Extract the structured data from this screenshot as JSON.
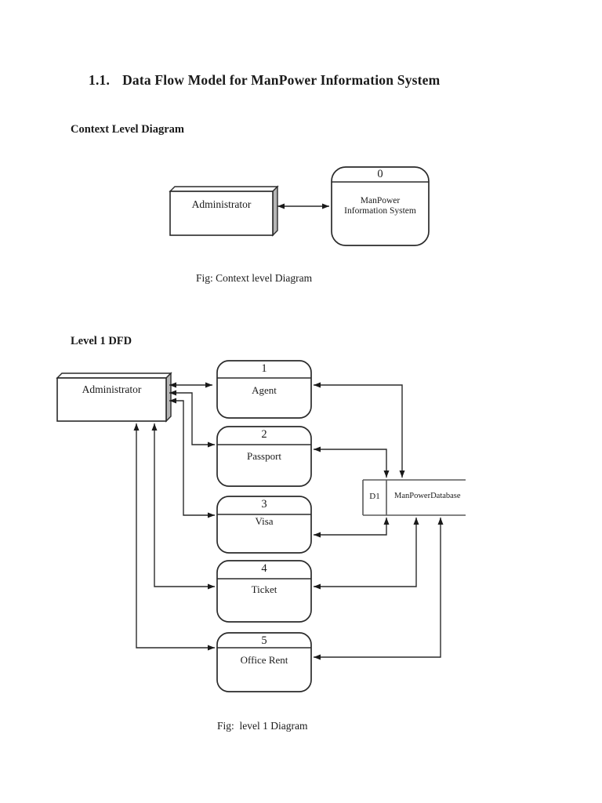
{
  "page": {
    "title_number": "1.1.",
    "title_text": "Data Flow Model for ManPower Information System"
  },
  "context_diagram": {
    "heading": "Context Level Diagram",
    "external_entity": "Administrator",
    "process_number": "0",
    "process_name_line1": "ManPower",
    "process_name_line2": "Information System",
    "caption": "Fig: Context level Diagram"
  },
  "level1_diagram": {
    "heading": "Level 1 DFD",
    "external_entity": "Administrator",
    "processes": [
      {
        "number": "1",
        "name": "Agent"
      },
      {
        "number": "2",
        "name": "Passport"
      },
      {
        "number": "3",
        "name": "Visa"
      },
      {
        "number": "4",
        "name": "Ticket"
      },
      {
        "number": "5",
        "name": "Office Rent"
      }
    ],
    "data_store": {
      "id": "D1",
      "name": "ManPowerDatabase"
    },
    "caption": "Fig:  level 1 Diagram"
  },
  "colors": {
    "background": "#ffffff",
    "line": "#2a2a2a",
    "data_store_line": "#5a5a5a",
    "box_side_shade": "#b5b5b5",
    "text": "#1a1a1a"
  }
}
